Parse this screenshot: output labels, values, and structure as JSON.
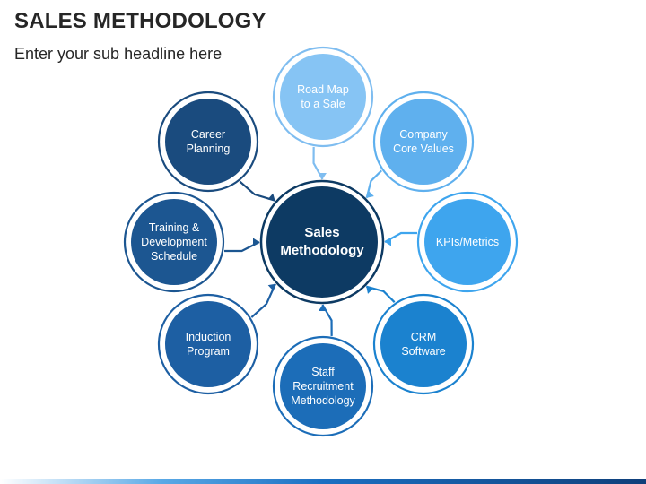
{
  "slide": {
    "title": "SALES METHODOLOGY",
    "subtitle": "Enter your sub headline here"
  },
  "colors": {
    "center": "#0d3a63",
    "dark_blue": "#1b4f80",
    "mid_blue": "#1f6fb5",
    "light_blue": "#7fbdf0",
    "sky_blue": "#43a8ef",
    "ring_dark": "#1b4f80",
    "ring_light": "#55aee9"
  },
  "diagram": {
    "center": {
      "lines": [
        "Sales",
        "Methodology"
      ]
    },
    "nodes": [
      {
        "id": "road-map",
        "lines": [
          "Road Map",
          "to a Sale"
        ],
        "fill": "#86c4f4",
        "ring": "#7fbdf0"
      },
      {
        "id": "company-core-values",
        "lines": [
          "Company",
          "Core Values"
        ],
        "fill": "#5fb0ee",
        "ring": "#5fb0ee"
      },
      {
        "id": "kpis-metrics",
        "lines": [
          "KPIs/Metrics"
        ],
        "fill": "#3ea5ee",
        "ring": "#3ea5ee"
      },
      {
        "id": "crm-software",
        "lines": [
          "CRM",
          "Software"
        ],
        "fill": "#1b82cf",
        "ring": "#1b82cf"
      },
      {
        "id": "staff-recruitment",
        "lines": [
          "Staff",
          "Recruitment",
          "Methodology"
        ],
        "fill": "#1c6db8",
        "ring": "#1c6db8"
      },
      {
        "id": "induction-program",
        "lines": [
          "Induction",
          "Program"
        ],
        "fill": "#1d5fa3",
        "ring": "#1d5fa3"
      },
      {
        "id": "training-development",
        "lines": [
          "Training &",
          "Development",
          "Schedule"
        ],
        "fill": "#1c5691",
        "ring": "#1c5691"
      },
      {
        "id": "career-planning",
        "lines": [
          "Career",
          "Planning"
        ],
        "fill": "#1a4b7e",
        "ring": "#1a4b7e"
      }
    ]
  }
}
